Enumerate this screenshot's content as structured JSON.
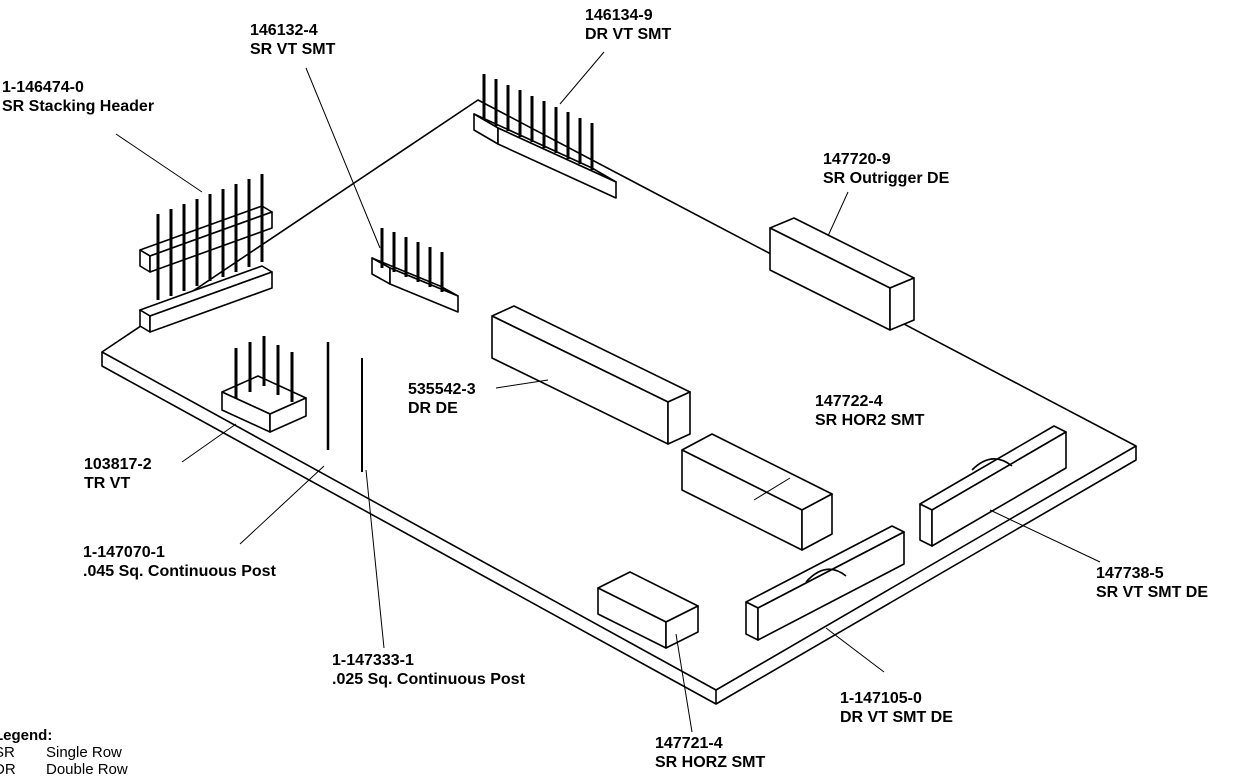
{
  "callouts": [
    {
      "id": "c-146474",
      "part": "1-146474-0",
      "desc": "SR Stacking Header"
    },
    {
      "id": "c-146132",
      "part": "146132-4",
      "desc": "SR VT SMT"
    },
    {
      "id": "c-146134",
      "part": "146134-9",
      "desc": "DR VT SMT"
    },
    {
      "id": "c-147720",
      "part": "147720-9",
      "desc": "SR Outrigger DE"
    },
    {
      "id": "c-535542",
      "part": "535542-3",
      "desc": "DR DE"
    },
    {
      "id": "c-147722",
      "part": "147722-4",
      "desc": "SR HOR2 SMT"
    },
    {
      "id": "c-103817",
      "part": "103817-2",
      "desc": "TR VT"
    },
    {
      "id": "c-147070",
      "part": "1-147070-1",
      "desc": ".045 Sq. Continuous Post"
    },
    {
      "id": "c-147333",
      "part": "1-147333-1",
      "desc": ".025 Sq. Continuous Post"
    },
    {
      "id": "c-147738",
      "part": "147738-5",
      "desc": "SR VT SMT DE"
    },
    {
      "id": "c-147105",
      "part": "1-147105-0",
      "desc": "DR VT SMT DE"
    },
    {
      "id": "c-147721",
      "part": "147721-4",
      "desc": "SR HORZ SMT"
    }
  ],
  "legend": {
    "title": "Legend:",
    "items": [
      {
        "abbr": "SR",
        "meaning": "Single Row"
      },
      {
        "abbr": "DR",
        "meaning": "Double Row"
      }
    ]
  }
}
